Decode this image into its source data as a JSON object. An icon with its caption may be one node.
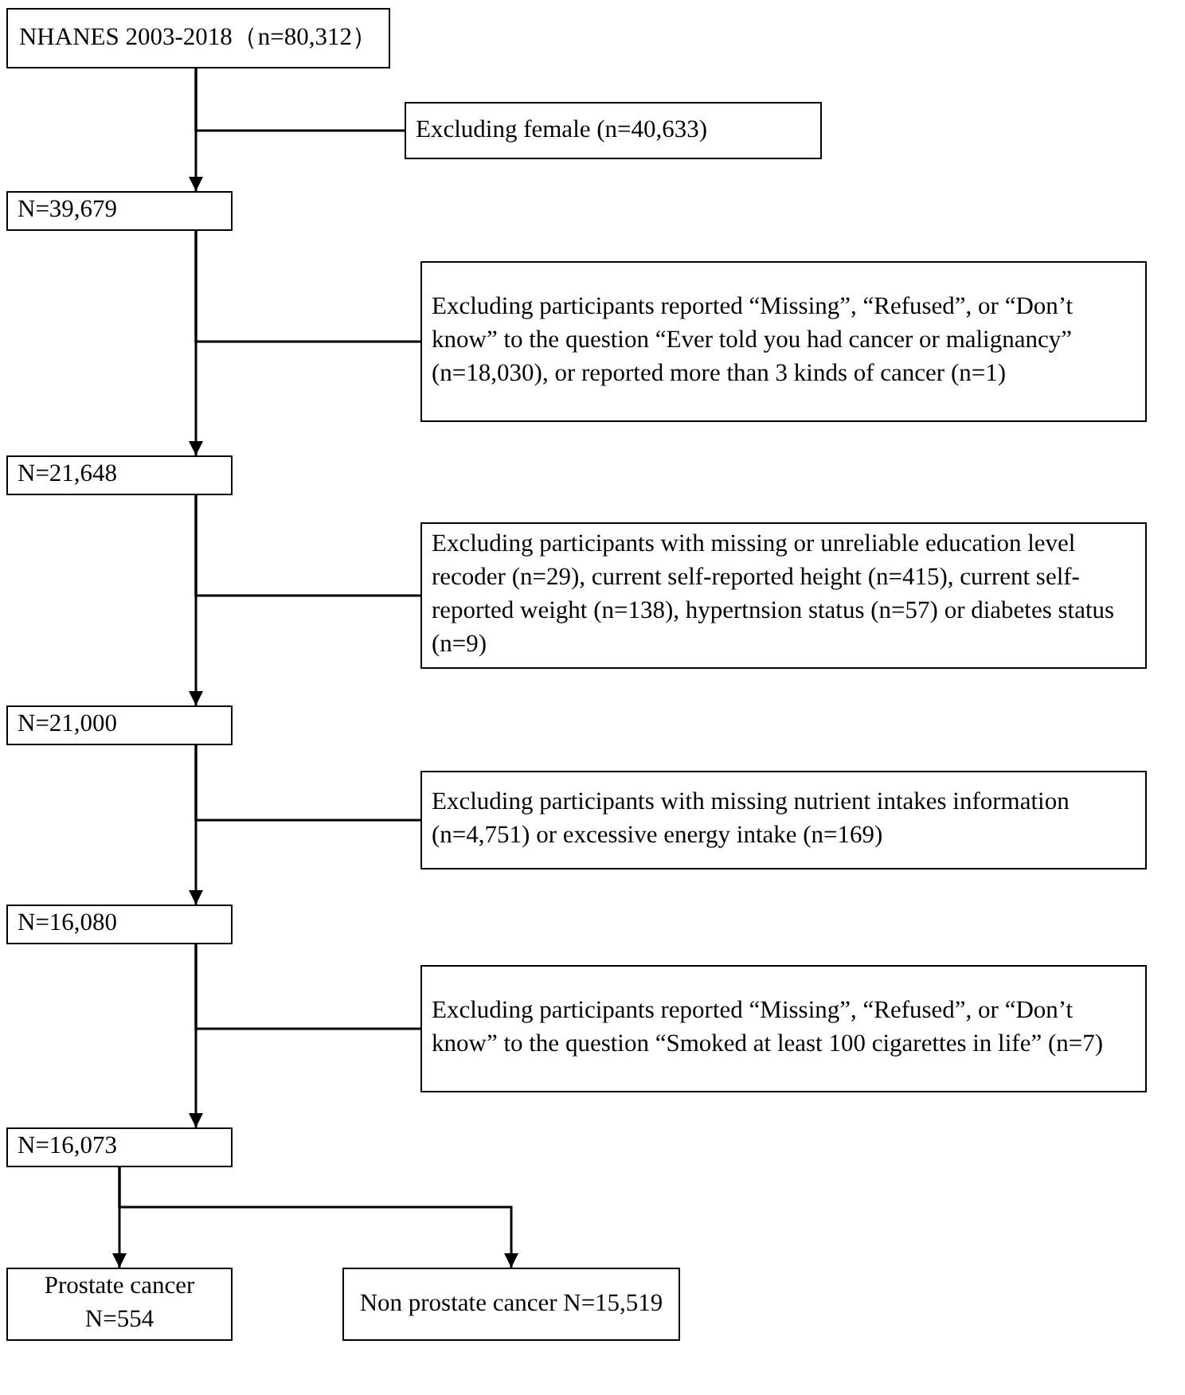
{
  "diagram": {
    "nodes": [
      {
        "text": [
          "NHANES 2003-2018（n=80,312）"
        ]
      },
      {
        "text": [
          "Excluding female (n=40,633)"
        ]
      },
      {
        "text": [
          "N=39,679"
        ]
      },
      {
        "text": [
          "Excluding participants reported “Missing”, “Refused”, or “Don’t know” to the question “Ever told you had cancer or malignancy” (n=18,030), or reported more than 3 kinds of cancer (n=1)"
        ]
      },
      {
        "text": [
          "N=21,648"
        ]
      },
      {
        "text": [
          "Excluding participants with missing or unreliable education level recoder (n=29), current self-reported height (n=415), current self-reported weight (n=138), hypertnsion status (n=57) or diabetes status (n=9)"
        ]
      },
      {
        "text": [
          "N=21,000"
        ]
      },
      {
        "text": [
          "Excluding participants with missing nutrient intakes information (n=4,751) or excessive energy intake (n=169)"
        ]
      },
      {
        "text": [
          "N=16,080"
        ]
      },
      {
        "text": [
          "Excluding participants reported “Missing”, “Refused”, or “Don’t know” to the question “Smoked at least 100 cigarettes in life” (n=7)"
        ]
      },
      {
        "text": [
          "N=16,073"
        ]
      },
      {
        "text": [
          "Prostate cancer N=554"
        ]
      },
      {
        "text": [
          "Non prostate cancer N=15,519"
        ]
      }
    ],
    "edges": [
      {
        "from": 0,
        "to": 1,
        "arrow": "none"
      },
      {
        "from": 0,
        "to": 2,
        "arrow": "to"
      },
      {
        "from": 2,
        "to": 3,
        "arrow": "none"
      },
      {
        "from": 2,
        "to": 4,
        "arrow": "to"
      },
      {
        "from": 4,
        "to": 5,
        "arrow": "none"
      },
      {
        "from": 4,
        "to": 6,
        "arrow": "to"
      },
      {
        "from": 6,
        "to": 7,
        "arrow": "none"
      },
      {
        "from": 6,
        "to": 8,
        "arrow": "to"
      },
      {
        "from": 8,
        "to": 9,
        "arrow": "none"
      },
      {
        "from": 8,
        "to": 10,
        "arrow": "to"
      },
      {
        "from": 10,
        "to": 11,
        "arrow": "to"
      },
      {
        "from": 10,
        "to": 12,
        "arrow": "to"
      }
    ]
  }
}
